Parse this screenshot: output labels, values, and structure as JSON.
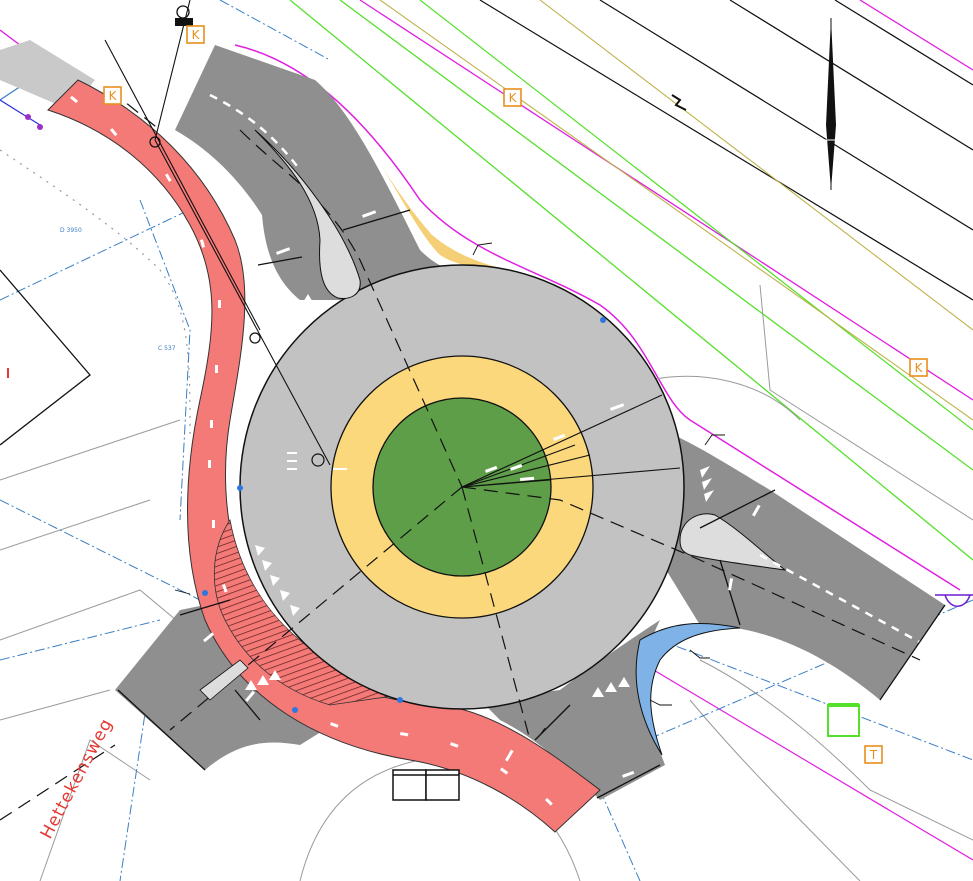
{
  "drawing": {
    "street_name": "Hettekensweg",
    "zone_tags": [
      "K",
      "K",
      "K",
      "K",
      "T"
    ],
    "parcel_codes": [
      "D 3950",
      "C 537"
    ],
    "colors": {
      "road_surface": "#8f8f8f",
      "circulatory_ring": "#c2c2c2",
      "apron": "#fcd87c",
      "central_island": "#5e9e48",
      "cycle_path": "#f47a78",
      "splitter_island": "#dddddd",
      "verge_yellow": "#f5cf75",
      "verge_blue": "#7fb3e8",
      "boundary_magenta": "#e020e0",
      "utility_green": "#55e02a",
      "cadastre_blue": "#3b7fc4",
      "zone_tag_orange": "#e8901c"
    },
    "icons": [
      "north-arrow-icon",
      "give-way-triangles-icon",
      "survey-point-icon"
    ]
  }
}
